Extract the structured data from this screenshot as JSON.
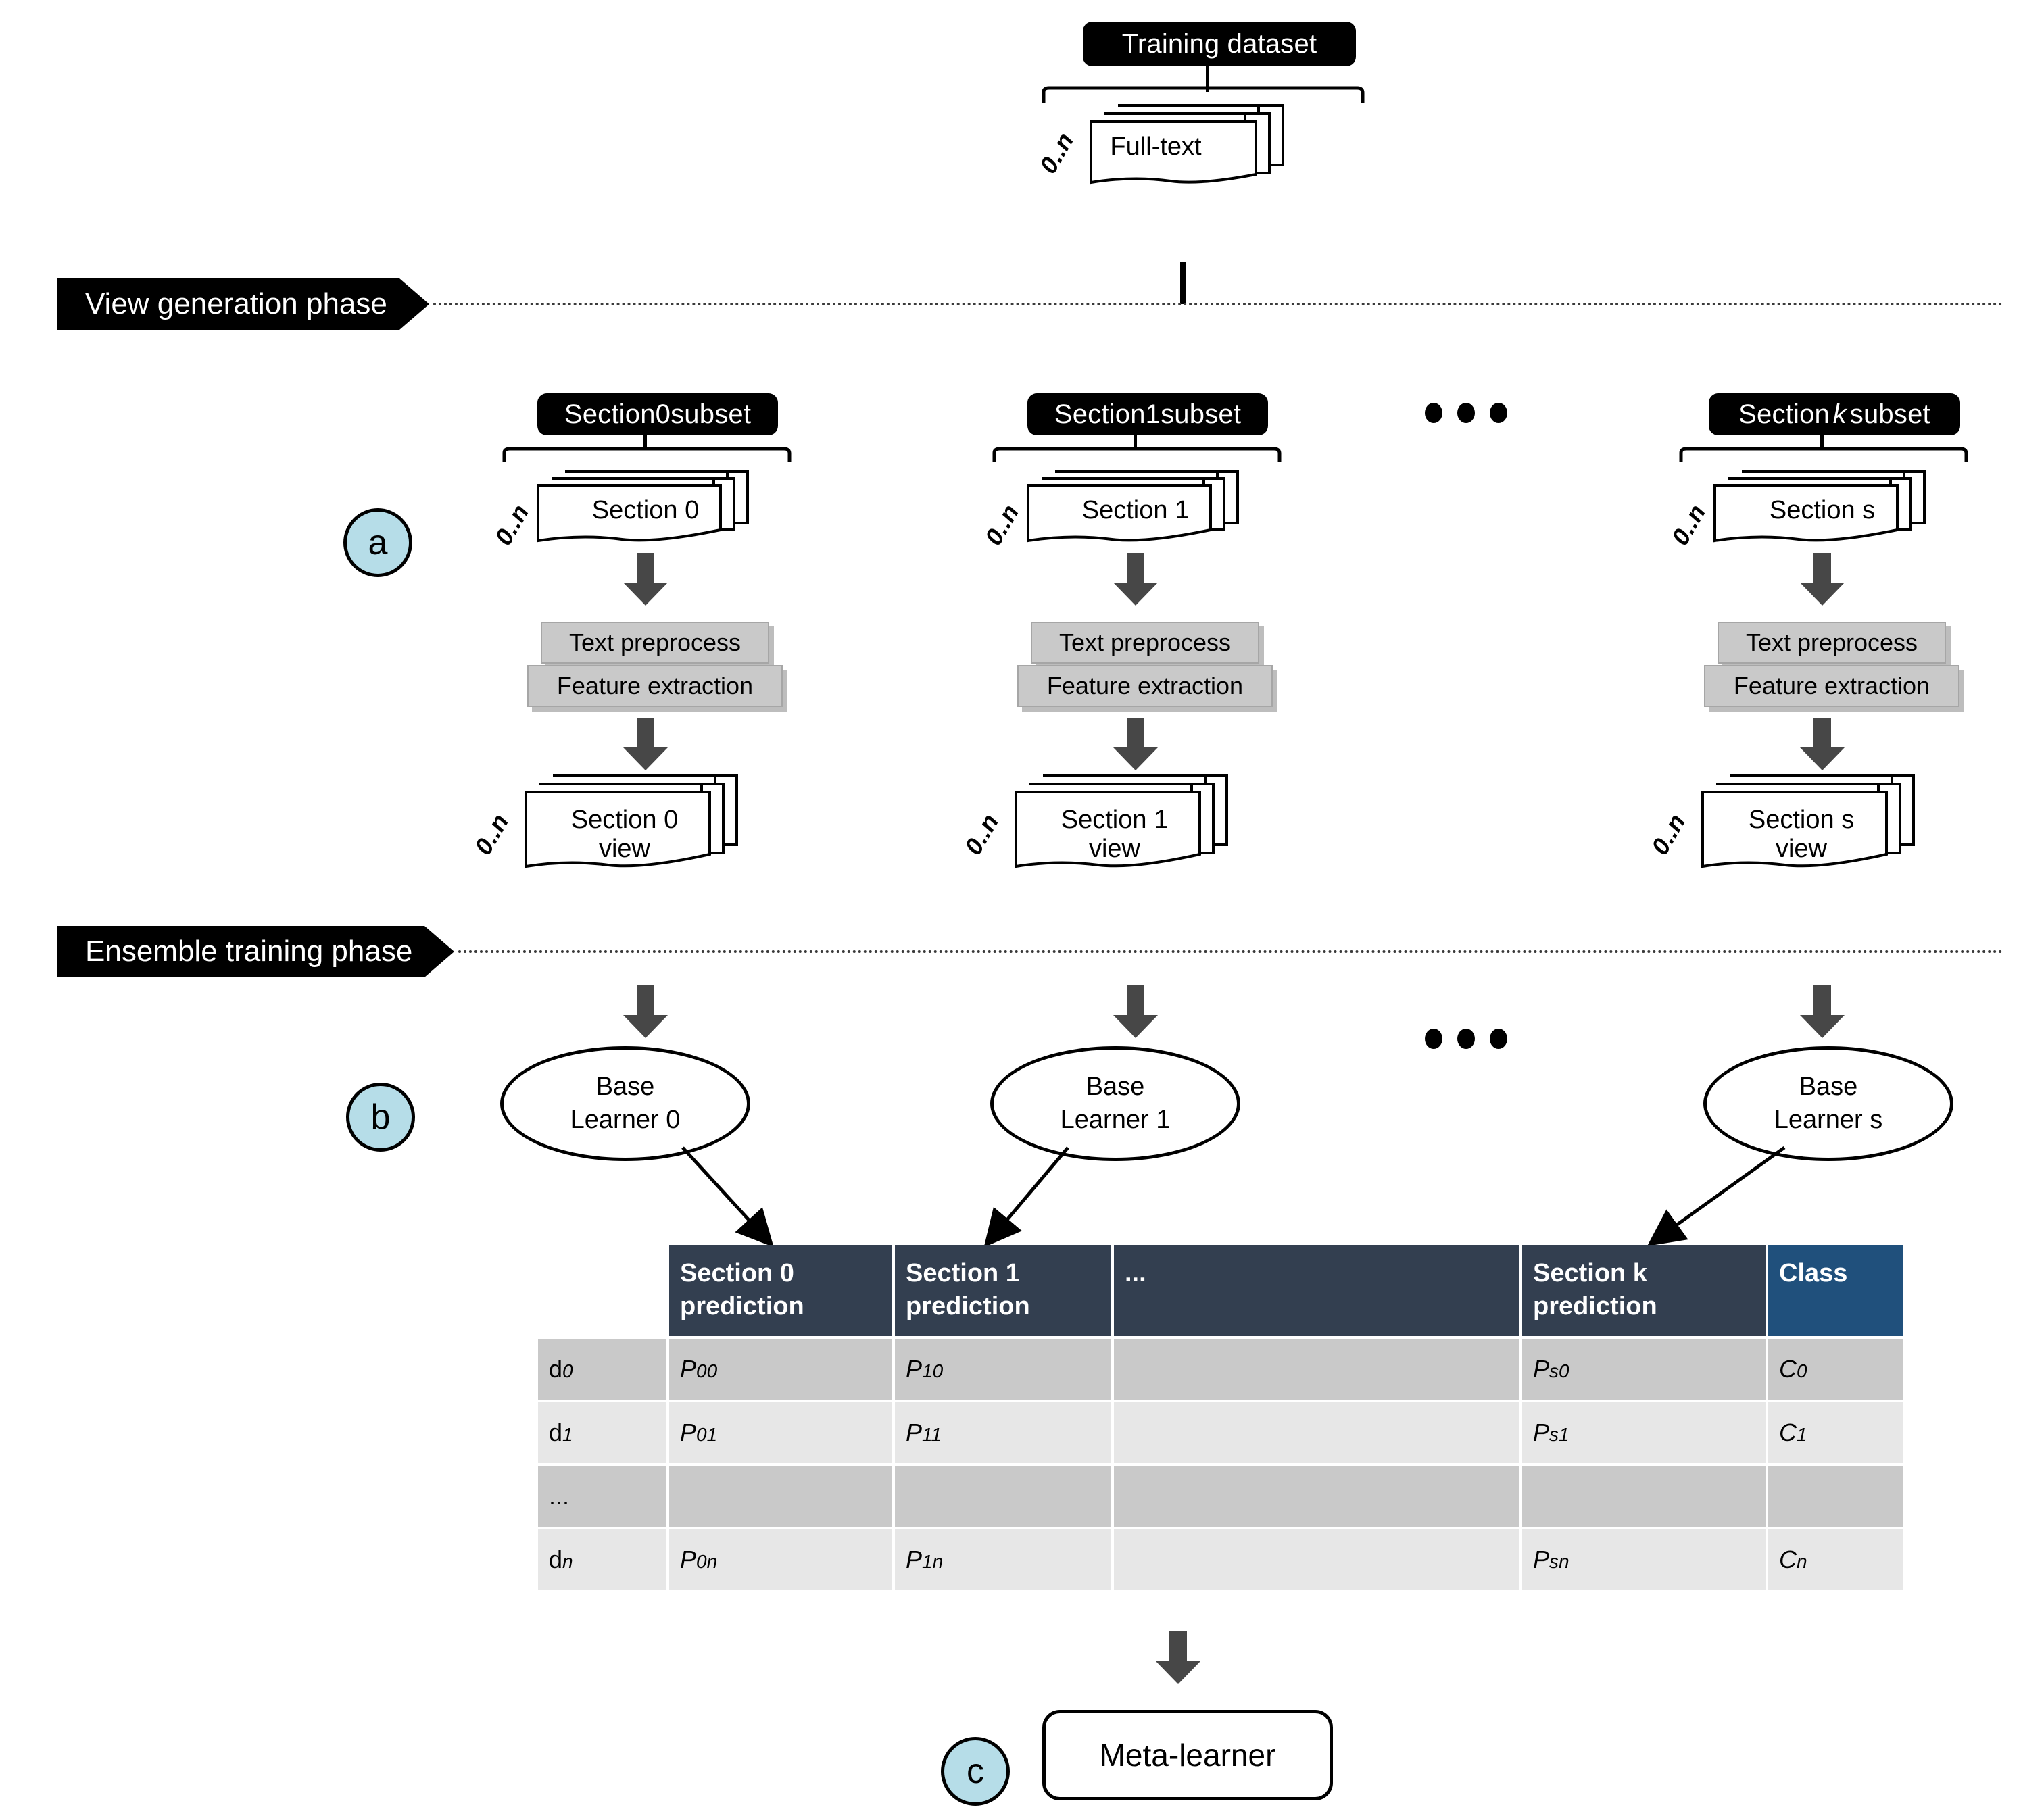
{
  "diagram": {
    "title_chip": "Training dataset",
    "root_doc_label": "Full-text",
    "multiplicity": "0..n",
    "ellipsis": "•••"
  },
  "phases": [
    {
      "label": "View generation phase"
    },
    {
      "label": "Ensemble training phase"
    }
  ],
  "steps": [
    {
      "key": "a",
      "label": "a"
    },
    {
      "key": "b",
      "label": "b"
    },
    {
      "key": "c",
      "label": "c"
    }
  ],
  "columns": [
    {
      "subset_chip_prefix": "Section ",
      "subset_chip_index": "0",
      "subset_chip_suffix": " subset",
      "doc_label": "Section 0",
      "doc_index": "0",
      "preprocess_label": "Text preprocess",
      "feature_label": "Feature extraction",
      "view_line1": "Section 0",
      "view_line2": "view",
      "learner_line1": "Base",
      "learner_line2": "Learner 0"
    },
    {
      "subset_chip_prefix": "Section ",
      "subset_chip_index": "1",
      "subset_chip_suffix": " subset",
      "doc_label": "Section 1",
      "doc_index": "1",
      "preprocess_label": "Text preprocess",
      "feature_label": "Feature extraction",
      "view_line1": "Section 1",
      "view_line2": "view",
      "learner_line1": "Base",
      "learner_line2": "Learner 1"
    },
    {
      "subset_chip_prefix": "Section ",
      "subset_chip_index": "k",
      "subset_chip_suffix": " subset",
      "doc_label": "Section s",
      "doc_index": "s",
      "preprocess_label": "Text preprocess",
      "feature_label": "Feature extraction",
      "view_line1": "Section s",
      "view_line2": "view",
      "learner_line1": "Base",
      "learner_line2": "Learner s"
    }
  ],
  "meta_learner": {
    "label": "Meta-learner"
  },
  "table": {
    "headers": [
      "",
      "Section 0\nprediction",
      "Section 1\nprediction",
      "...",
      "Section k\nprediction",
      "Class"
    ],
    "header_lines": [
      [
        "",
        ""
      ],
      [
        "Section 0",
        "prediction"
      ],
      [
        "Section 1",
        "prediction"
      ],
      [
        "...",
        ""
      ],
      [
        "Section k",
        "prediction"
      ],
      [
        "Class",
        ""
      ]
    ],
    "rows": [
      {
        "id": "d0",
        "id_base": "d",
        "id_sub": "0",
        "cells": [
          "P00",
          "P10",
          "",
          "Ps0",
          "C0"
        ],
        "cell_parts": [
          [
            "P",
            "00"
          ],
          [
            "P",
            "10"
          ],
          [
            "",
            ""
          ],
          [
            "P",
            "s0"
          ],
          [
            "C",
            "0"
          ]
        ]
      },
      {
        "id": "d1",
        "id_base": "d",
        "id_sub": "1",
        "cells": [
          "P01",
          "P11",
          "",
          "Ps1",
          "C1"
        ],
        "cell_parts": [
          [
            "P",
            "01"
          ],
          [
            "P",
            "11"
          ],
          [
            "",
            ""
          ],
          [
            "P",
            "s1"
          ],
          [
            "C",
            "1"
          ]
        ]
      },
      {
        "id": "...",
        "id_base": "...",
        "id_sub": "",
        "cells": [
          "",
          "",
          "",
          "",
          ""
        ],
        "cell_parts": [
          [
            "",
            ""
          ],
          [
            "",
            ""
          ],
          [
            "",
            ""
          ],
          [
            "",
            ""
          ],
          [
            "",
            ""
          ]
        ]
      },
      {
        "id": "dn",
        "id_base": "d",
        "id_sub": "n",
        "cells": [
          "P0n",
          "P1n",
          "",
          "Psn",
          "Cn"
        ],
        "cell_parts": [
          [
            "P",
            "0n"
          ],
          [
            "P",
            "1n"
          ],
          [
            "",
            ""
          ],
          [
            "P",
            "sn"
          ],
          [
            "C",
            "n"
          ]
        ]
      }
    ]
  },
  "colors": {
    "chip_bg": "#000000",
    "table_header_bg": "#333F50",
    "class_header_bg": "#20507C",
    "row_odd_bg": "#C9C9C9",
    "row_even_bg": "#E7E7E7",
    "process_box_bg": "#C9C9C9",
    "block_arrow": "#474747",
    "step_circle_bg": "#B6DDE8"
  }
}
